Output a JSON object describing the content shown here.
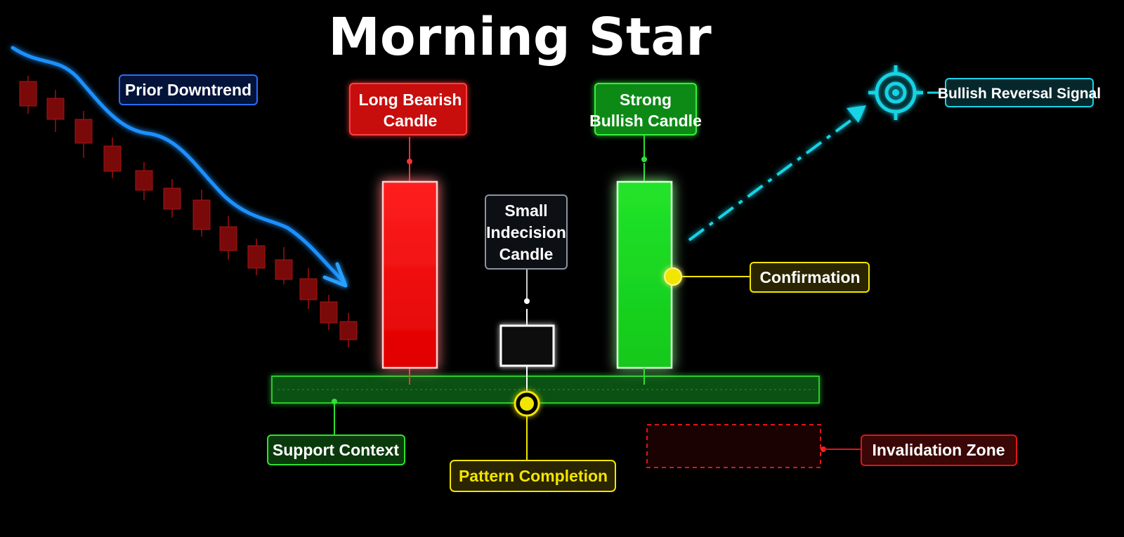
{
  "title": "Morning Star",
  "labels": {
    "prior_downtrend": "Prior Downtrend",
    "long_bearish_line1": "Long Bearish",
    "long_bearish_line2": "Candle",
    "small_indecision_line1": "Small",
    "small_indecision_line2": "Indecision",
    "small_indecision_line3": "Candle",
    "strong_bullish_line1": "Strong",
    "strong_bullish_line2": "Bullish Candle",
    "bullish_reversal_signal": "Bullish Reversal Signal",
    "confirmation": "Confirmation",
    "support_context": "Support Context",
    "pattern_completion": "Pattern Completion",
    "invalidation_zone": "Invalidation Zone"
  },
  "colors": {
    "background": "#000000",
    "bearish": "#ff1a1a",
    "bullish": "#22e02a",
    "trend_arrow": "#1e90ff",
    "signal": "#19d3e6",
    "highlight": "#f2e600",
    "neutral": "#ffffff",
    "faded_bearish": "#7a0a0a"
  },
  "icons": {
    "target": "crosshair-target-icon"
  }
}
